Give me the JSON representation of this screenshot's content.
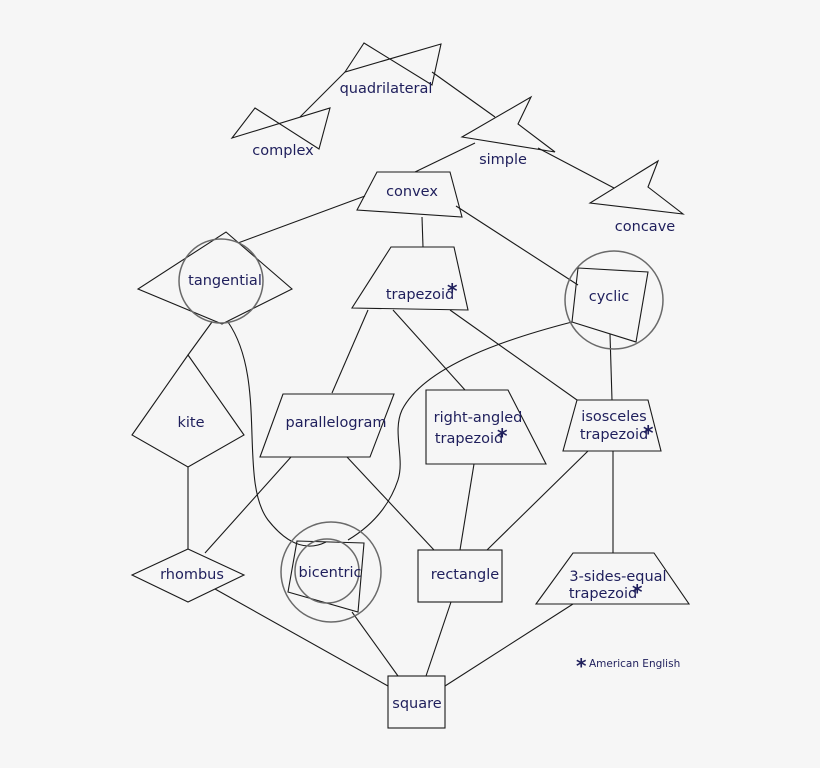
{
  "nodes": {
    "quadrilateral": "quadrilateral",
    "complex": "complex",
    "simple": "simple",
    "convex": "convex",
    "concave": "concave",
    "tangential": "tangential",
    "trapezoid": "trapezoid",
    "cyclic": "cyclic",
    "kite": "kite",
    "parallelogram": "parallelogram",
    "right_angled_line1": "right-angled",
    "right_angled_line2": "trapezoid",
    "isosceles_line1": "isosceles",
    "isosceles_line2": "trapezoid",
    "rhombus": "rhombus",
    "bicentric": "bicentric",
    "rectangle": "rectangle",
    "three_sides_line1": "3-sides-equal",
    "three_sides_line2": "trapezoid",
    "square": "square"
  },
  "marker": "*",
  "legend": {
    "marker": "*",
    "text": "American English"
  }
}
